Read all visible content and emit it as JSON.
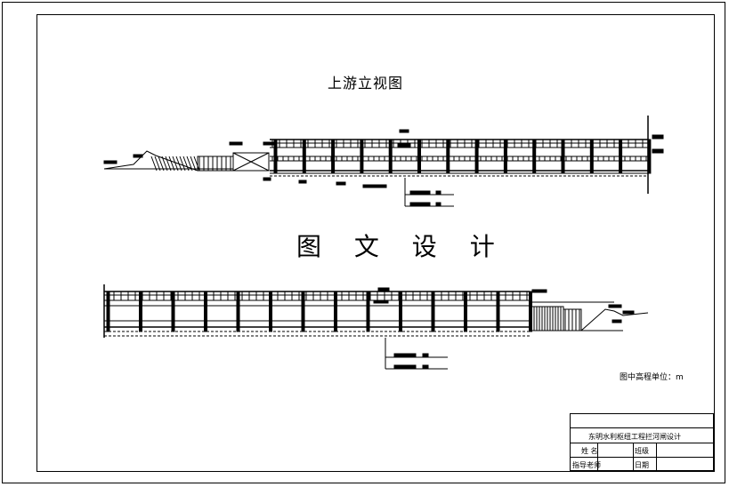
{
  "drawing": {
    "title_upstream": "上游立视图",
    "title_design": "图 文 设 计",
    "unit_note": "图中高程单位：m"
  },
  "title_block": {
    "project": "东明水利枢纽工程拦河闸设计",
    "name_label": "姓 名",
    "class_label": "班级",
    "advisor_label": "指导老师",
    "date_label": "日期"
  },
  "colors": {
    "line": "#000000",
    "background": "#ffffff"
  }
}
